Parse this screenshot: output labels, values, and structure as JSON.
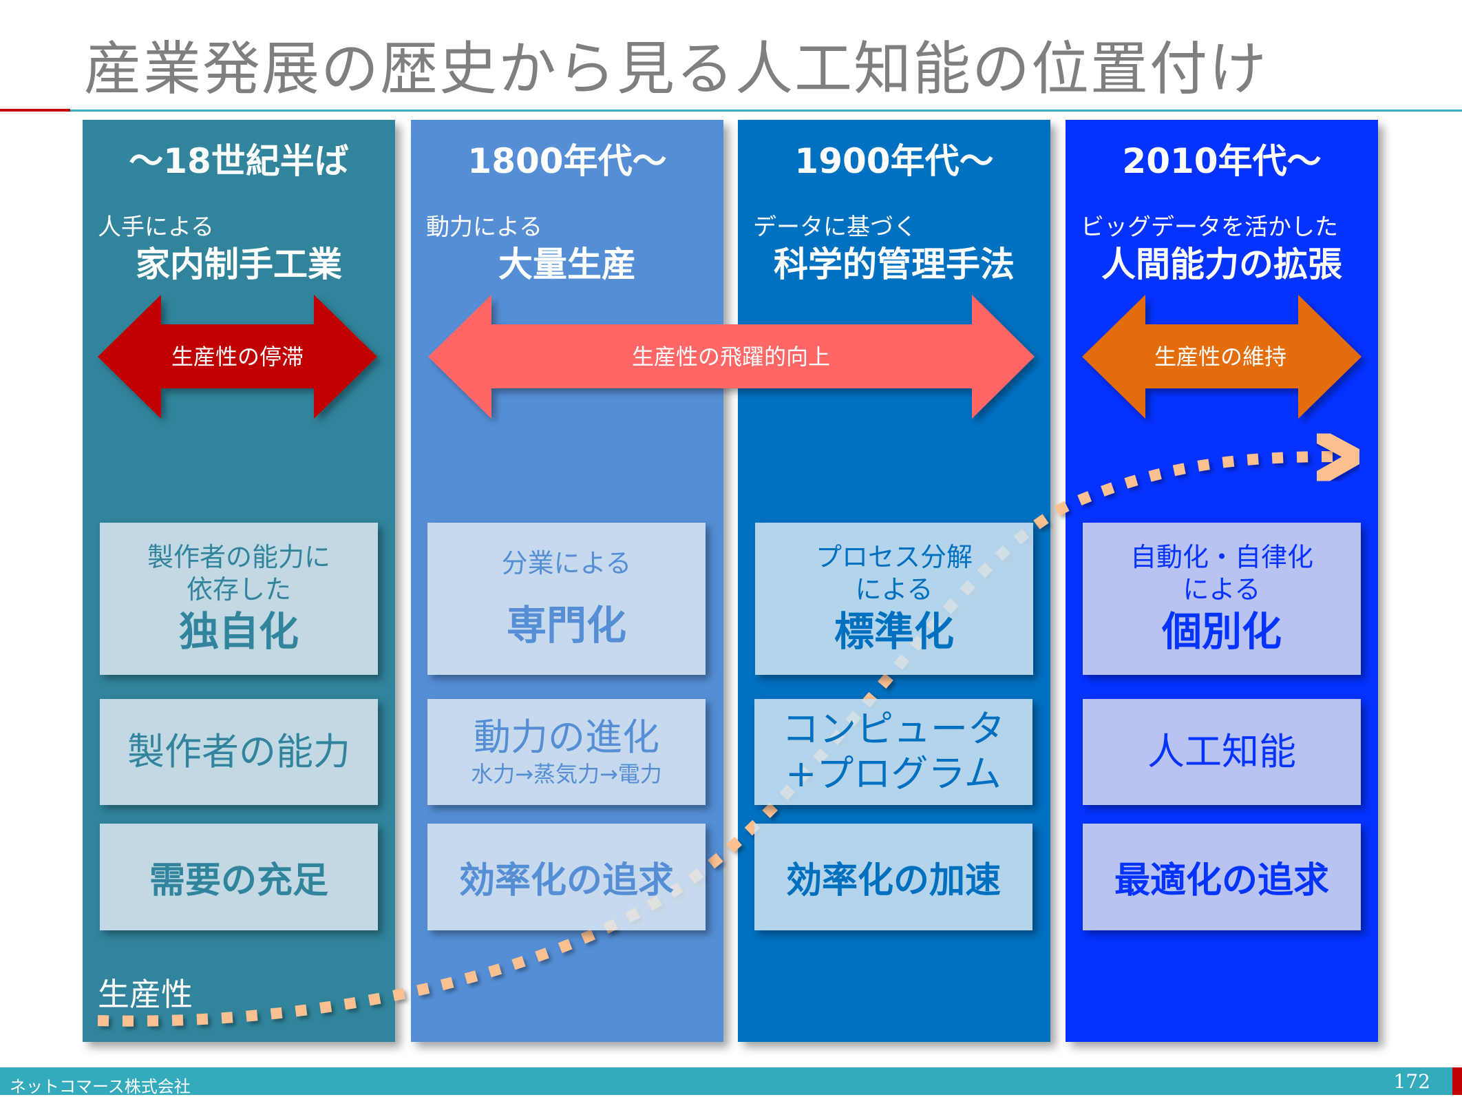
{
  "title": "産業発展の歴史から見る人工知能の位置付け",
  "colors": {
    "title": "#7f7f7f",
    "col1": "#31849b",
    "col2": "#558ed5",
    "col3": "#0070c0",
    "col4": "#0432ff",
    "arrow_stagnation": "#c00000",
    "arrow_leap": "#ff6666",
    "arrow_maintain": "#e36c0a",
    "productivity_curve": "#fac090",
    "footer": "#33abbd"
  },
  "columns": [
    {
      "era": "〜18世紀半ば",
      "theme_sub": "人手による",
      "theme_main": "家内制手工業",
      "box1": {
        "lead": "製作者の能力に\n依存した",
        "main": "独自化"
      },
      "box2": {
        "text": "製作者の能力",
        "sub": ""
      },
      "box3": {
        "text": "需要の充足"
      }
    },
    {
      "era": "1800年代〜",
      "theme_sub": "動力による",
      "theme_main": "大量生産",
      "box1": {
        "lead": "分業による",
        "main": "専門化"
      },
      "box2": {
        "text": "動力の進化",
        "sub": "水力→蒸気力→電力"
      },
      "box3": {
        "text": "効率化の追求"
      }
    },
    {
      "era": "1900年代〜",
      "theme_sub": "データに基づく",
      "theme_main": "科学的管理手法",
      "box1": {
        "lead": "プロセス分解\nによる",
        "main": "標準化"
      },
      "box2": {
        "text": "コンピュータ\n+プログラム",
        "sub": ""
      },
      "box3": {
        "text": "効率化の加速"
      }
    },
    {
      "era": "2010年代〜",
      "theme_sub": "ビッグデータを活かした",
      "theme_main": "人間能力の拡張",
      "box1": {
        "lead": "自動化・自律化\nによる",
        "main": "個別化"
      },
      "box2": {
        "text": "人工知能",
        "sub": ""
      },
      "box3": {
        "text": "最適化の追求"
      }
    }
  ],
  "arrows": [
    {
      "label": "生産性の停滞",
      "span": "column 1"
    },
    {
      "label": "生産性の飛躍的向上",
      "span": "columns 2-3"
    },
    {
      "label": "生産性の維持",
      "span": "column 4"
    }
  ],
  "productivity_label": "生産性",
  "footer": {
    "company": "ネットコマース株式会社",
    "page_number": "172"
  }
}
